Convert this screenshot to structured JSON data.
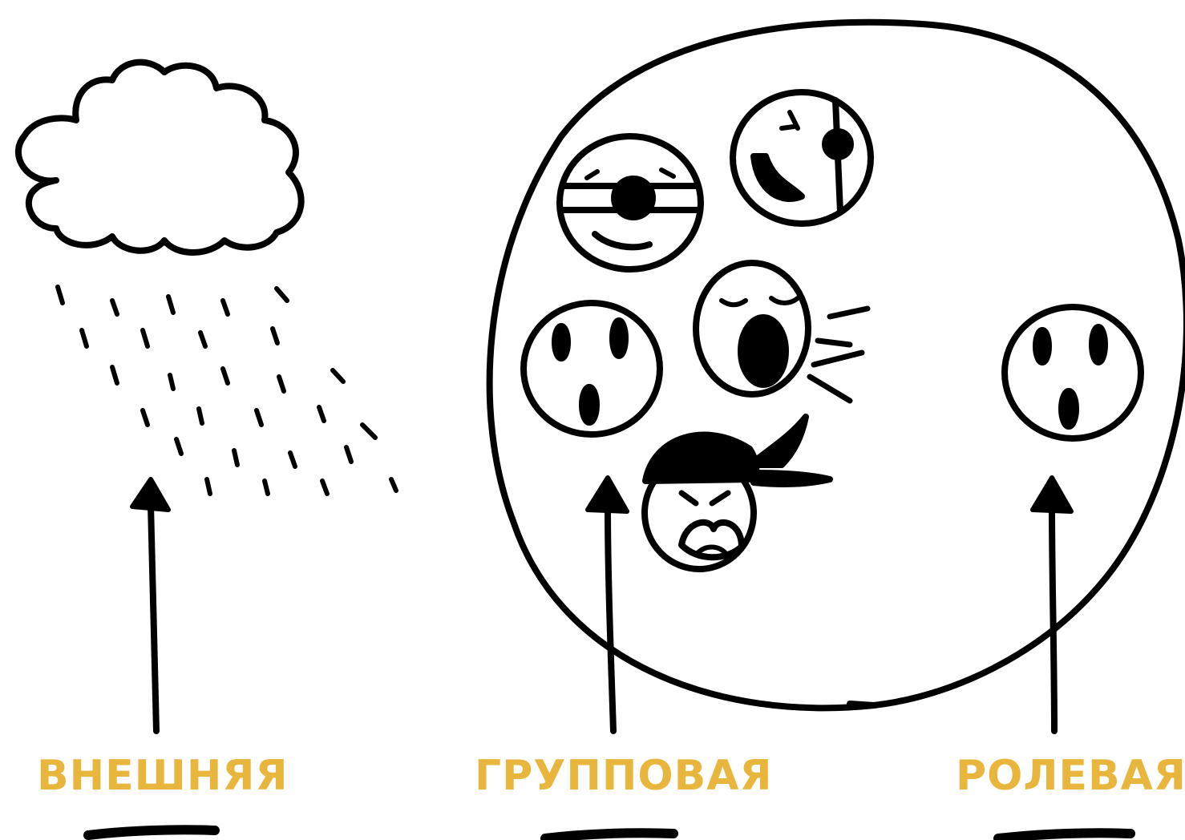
{
  "labels": {
    "external": "ВНЕШНЯЯ",
    "group": "ГРУППОВАЯ",
    "role": "РОЛЕВАЯ"
  },
  "colors": {
    "label": "#E8B63C",
    "ink": "#000000",
    "background": "#FFFFFF"
  },
  "icons": {
    "external": "rain-cloud-icon",
    "group": "crowd-of-faces-icon",
    "role": "single-face-icon"
  }
}
